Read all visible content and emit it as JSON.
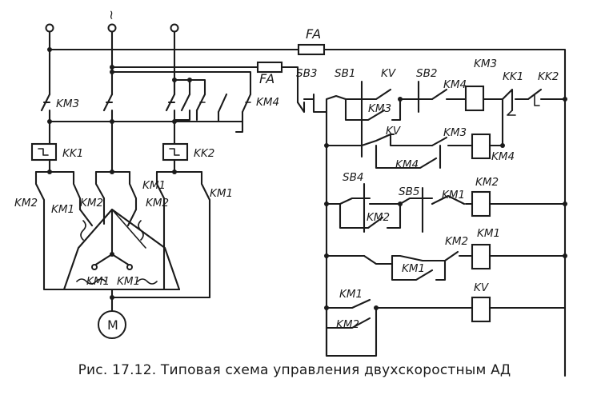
{
  "caption": "Рис. 17.12. Типовая схема управления двухскоростным АД",
  "labels": {
    "fa_top": "FA",
    "fa_mid": "FA",
    "supply_tilde": "~",
    "km3_power": "KM3",
    "km4_power": "KM4",
    "kk1": "KK1",
    "kk2": "KK2",
    "km2_left": "KM2",
    "km1_left": "KM1",
    "km2_mid": "KM2",
    "km1_mid": "KM1",
    "km2_mid2": "KM2",
    "km1_right": "KM1",
    "km1_winding_a": "KM1",
    "km1_winding_b": "KM1",
    "motor": "M",
    "sb3": "SB3",
    "sb1": "SB1",
    "kv_r1": "KV",
    "sb2": "SB2",
    "km4_r1": "KM4",
    "km3_coil": "KM3",
    "kk1_r1": "KK1",
    "kk2_r1": "KK2",
    "km3_r1b": "KM3",
    "kv_r2": "KV",
    "km3_r2": "KM3",
    "km4_coil": "KM4",
    "km4_r2b": "KM4",
    "sb4": "SB4",
    "sb5": "SB5",
    "km1_r3": "KM1",
    "km2_coil": "KM2",
    "km2_r3b": "KM2",
    "km2_r4": "KM2",
    "km1_coil": "KM1",
    "km1_r4b": "KM1",
    "km1_r5": "KM1",
    "kv_coil": "KV",
    "km2_r5b": "KM2"
  }
}
